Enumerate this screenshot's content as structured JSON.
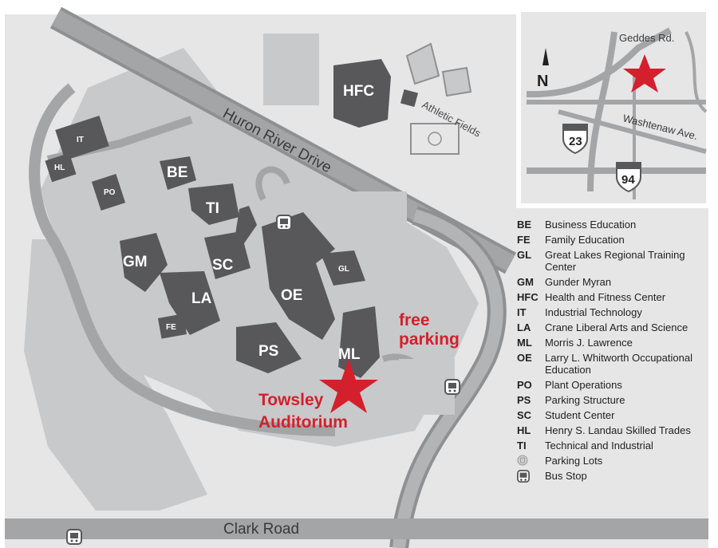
{
  "roads": {
    "huron": "Huron River Drive",
    "clark": "Clark Road",
    "athletic": "Athletic Fields"
  },
  "buildings": {
    "hfc": "HFC",
    "it": "IT",
    "hl": "HL",
    "po": "PO",
    "be": "BE",
    "ti": "TI",
    "gm": "GM",
    "sc": "SC",
    "la": "LA",
    "fe": "FE",
    "oe": "OE",
    "gl": "GL",
    "ps": "PS",
    "ml": "ML"
  },
  "callouts": {
    "free_parking_1": "free",
    "free_parking_2": "parking",
    "towsley_1": "Towsley",
    "towsley_2": "Auditorium"
  },
  "inset": {
    "geddes": "Geddes Rd.",
    "washtenaw": "Washtenaw Ave.",
    "north": "N",
    "highway_23": "23",
    "highway_94": "94"
  },
  "legend": [
    {
      "code": "BE",
      "text": "Business Education"
    },
    {
      "code": "FE",
      "text": "Family Education"
    },
    {
      "code": "GL",
      "text": "Great Lakes Regional Training Center"
    },
    {
      "code": "GM",
      "text": "Gunder Myran"
    },
    {
      "code": "HFC",
      "text": "Health and Fitness Center"
    },
    {
      "code": "IT",
      "text": "Industrial Technology"
    },
    {
      "code": "LA",
      "text": "Crane Liberal Arts and Science"
    },
    {
      "code": "ML",
      "text": "Morris J. Lawrence"
    },
    {
      "code": "OE",
      "text": "Larry L. Whitworth Occupational Education"
    },
    {
      "code": "PO",
      "text": "Plant Operations"
    },
    {
      "code": "PS",
      "text": "Parking Structure"
    },
    {
      "code": "SC",
      "text": "Student Center"
    },
    {
      "code": "HL",
      "text": "Henry S. Landau Skilled Trades"
    },
    {
      "code": "TI",
      "text": "Technical and Industrial"
    }
  ],
  "legend_icons": {
    "parking_lots": "Parking Lots",
    "bus_stop": "Bus Stop"
  },
  "colors": {
    "background": "#e6e6e7",
    "road": "#a4a5a7",
    "building": "#58585a",
    "accent": "#d4202c"
  }
}
